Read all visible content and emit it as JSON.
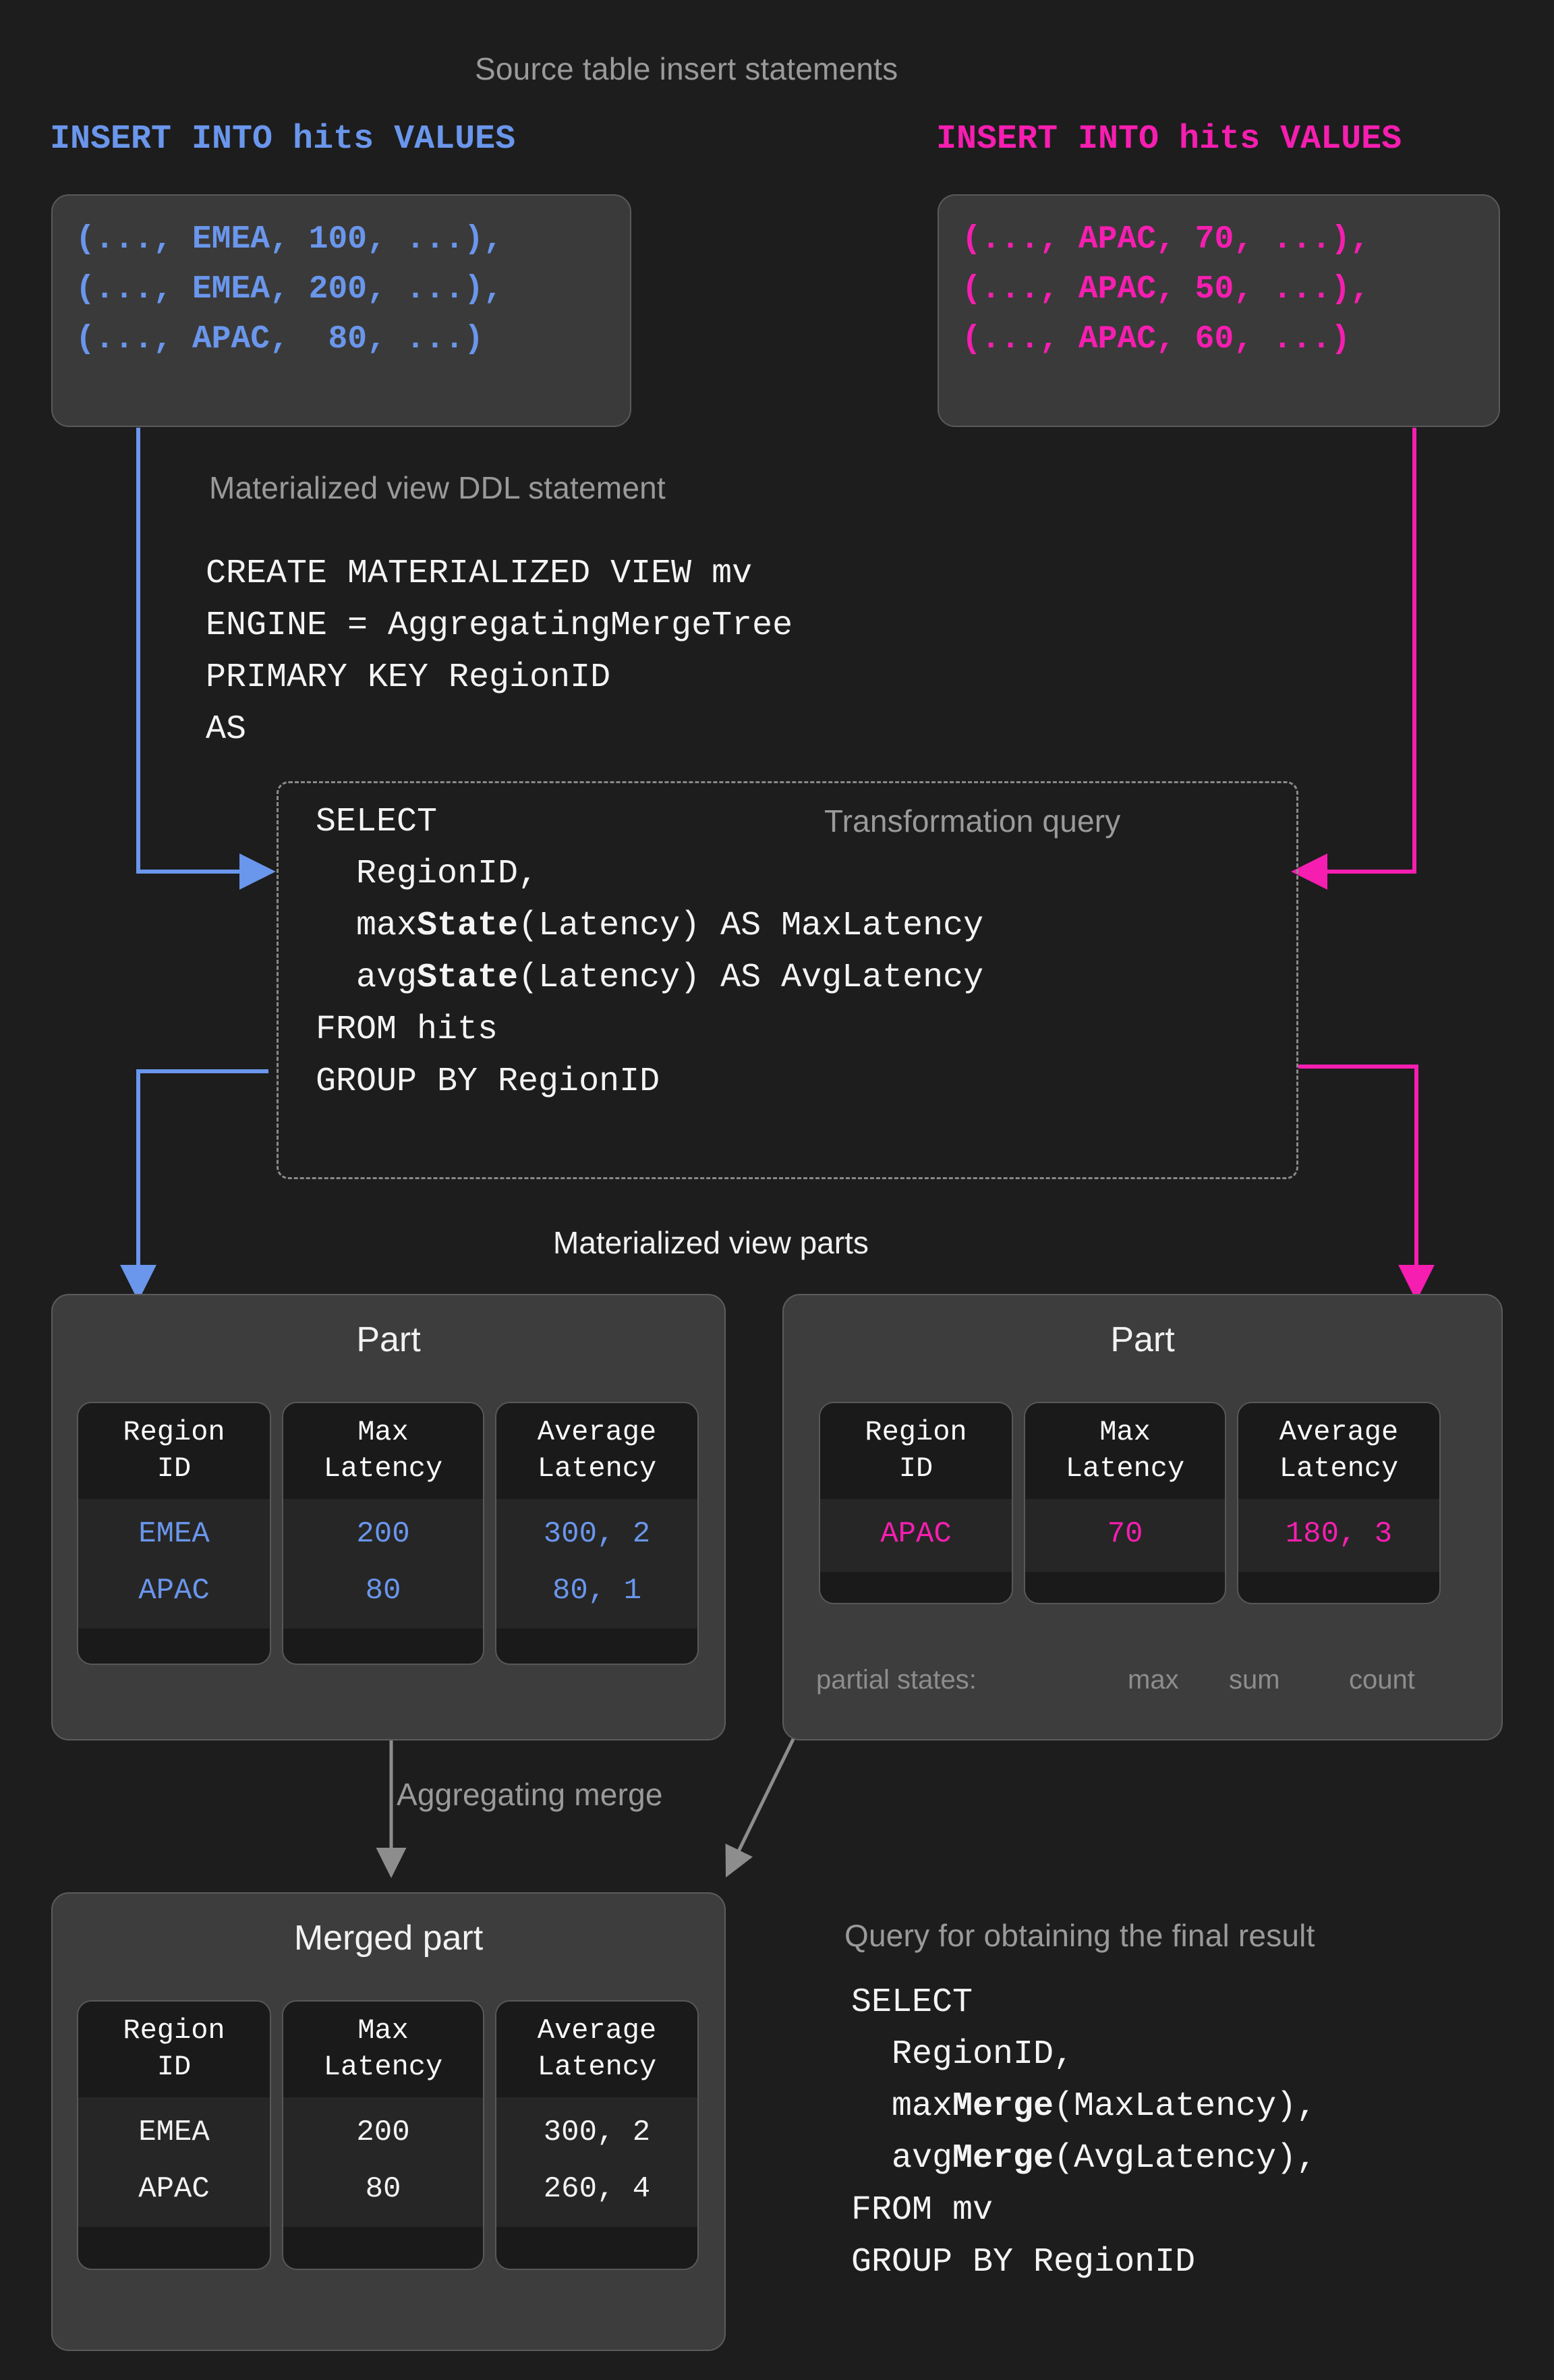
{
  "theme": {
    "background": "#1d1d1d",
    "blue": "#6a96ec",
    "pink": "#f61eb0",
    "caption_gray": "#9a9a9a",
    "panel": "#3d3d3d",
    "card": "#1a1a1a"
  },
  "headers": {
    "source_inserts": "Source table insert statements",
    "mv_ddl": "Materialized view DDL statement",
    "transformation_query": "Transformation query",
    "mv_parts": "Materialized view parts",
    "aggregating_merge": "Aggregating merge",
    "final_query": "Query for obtaining the final result"
  },
  "inserts": {
    "left": {
      "header": "INSERT INTO hits VALUES",
      "color": "#6a96ec",
      "lines": [
        "(..., EMEA, 100, ...),",
        "(..., EMEA, 200, ...),",
        "(..., APAC,  80, ...)"
      ]
    },
    "right": {
      "header": "INSERT INTO hits VALUES",
      "color": "#f61eb0",
      "lines": [
        "(..., APAC, 70, ...),",
        "(..., APAC, 50, ...),",
        "(..., APAC, 60, ...)"
      ]
    }
  },
  "ddl": {
    "lines": [
      "CREATE MATERIALIZED VIEW mv",
      "ENGINE = AggregatingMergeTree",
      "PRIMARY KEY RegionID",
      "AS"
    ]
  },
  "transformation": {
    "lines": [
      {
        "pre": "SELECT",
        "bold": "",
        "post": ""
      },
      {
        "pre": "  RegionID,",
        "bold": "",
        "post": ""
      },
      {
        "pre": "  max",
        "bold": "State",
        "post": "(Latency) AS MaxLatency"
      },
      {
        "pre": "  avg",
        "bold": "State",
        "post": "(Latency) AS AvgLatency"
      },
      {
        "pre": "FROM hits",
        "bold": "",
        "post": ""
      },
      {
        "pre": "GROUP BY RegionID",
        "bold": "",
        "post": ""
      }
    ]
  },
  "final_query": {
    "lines": [
      {
        "pre": "SELECT",
        "bold": "",
        "post": ""
      },
      {
        "pre": "  RegionID,",
        "bold": "",
        "post": ""
      },
      {
        "pre": "  max",
        "bold": "Merge",
        "post": "(MaxLatency),"
      },
      {
        "pre": "  avg",
        "bold": "Merge",
        "post": "(AvgLatency),"
      },
      {
        "pre": "FROM mv",
        "bold": "",
        "post": ""
      },
      {
        "pre": "GROUP BY RegionID",
        "bold": "",
        "post": ""
      }
    ]
  },
  "columns": {
    "region_id": "Region\nID",
    "max_latency": "Max\nLatency",
    "average_latency": "Average\nLatency"
  },
  "parts": {
    "left": {
      "title": "Part",
      "value_color": "#6a96ec",
      "rows": [
        {
          "region": "EMEA",
          "max": "200",
          "avg": "300, 2"
        },
        {
          "region": "APAC",
          "max": "80",
          "avg": "80, 1"
        }
      ]
    },
    "right": {
      "title": "Part",
      "value_color": "#f61eb0",
      "rows": [
        {
          "region": "APAC",
          "max": "70",
          "avg": "180, 3"
        }
      ],
      "partial_states": {
        "label": "partial states:",
        "annotations": [
          "max",
          "sum",
          "count"
        ]
      }
    },
    "merged": {
      "title": "Merged part",
      "value_color": "#f3f3f3",
      "rows": [
        {
          "region": "EMEA",
          "max": "200",
          "avg": "300, 2"
        },
        {
          "region": "APAC",
          "max": "80",
          "avg": "260, 4"
        }
      ]
    }
  }
}
